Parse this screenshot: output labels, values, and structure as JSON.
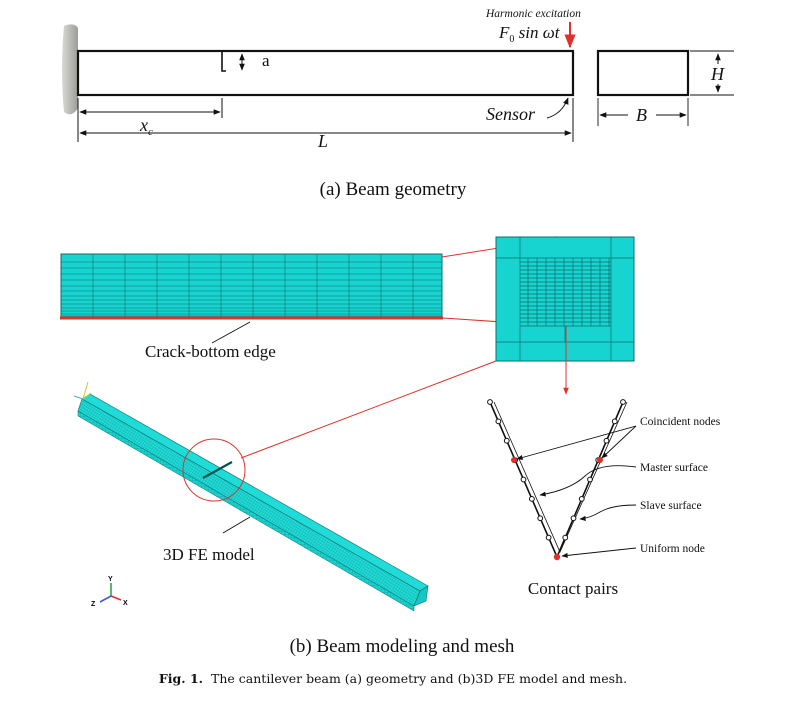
{
  "panel_a": {
    "excitation_title": "Harmonic excitation",
    "force_main": "F",
    "force_sub": "0",
    "force_rest": " sin ωt",
    "crack_depth": "a",
    "crack_pos_main": "x",
    "crack_pos_sub": "c",
    "length": "L",
    "sensor": "Sensor",
    "height": "H",
    "width": "B",
    "caption": "(a) Beam geometry"
  },
  "panel_b": {
    "crack_edge": "Crack-bottom edge",
    "fe_model": "3D FE model",
    "coincident": "Coincident nodes",
    "master": "Master surface",
    "slave": "Slave surface",
    "uniform": "Uniform node",
    "contact": "Contact pairs",
    "axis_y": "Y",
    "axis_z": "Z",
    "axis_x": "X",
    "caption": "(b) Beam modeling and mesh"
  },
  "figure_caption": {
    "label": "Fig. 1.",
    "text": "The cantilever beam (a) geometry and (b)3D FE model and mesh."
  },
  "colors": {
    "mesh": "#18d4d0",
    "pointer": "#e0302a",
    "ink": "#111111",
    "wall": "#b8b8b2"
  }
}
